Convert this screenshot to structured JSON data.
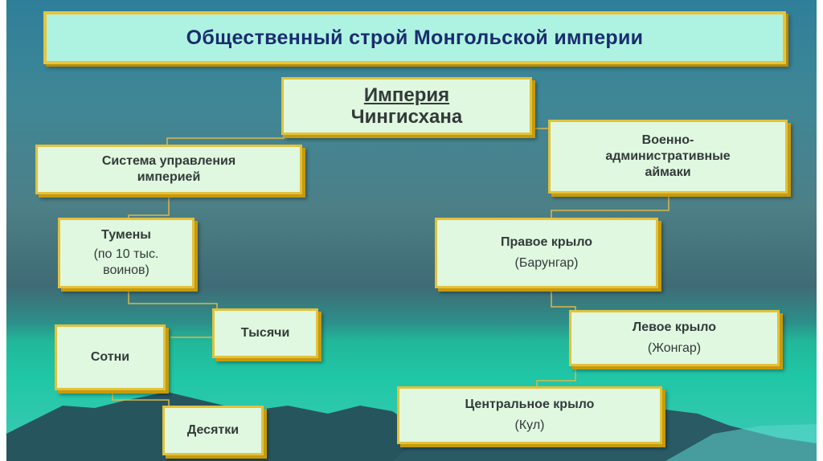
{
  "title": "Общественный строй Монгольской империи",
  "empire": {
    "line1": "Империя",
    "line2": "Чингисхана"
  },
  "governance": {
    "label": "Система управления империей"
  },
  "tumens": {
    "label": "Тумены",
    "note": "(по 10 тыс. воинов)"
  },
  "thousands": {
    "label": "Тысячи"
  },
  "hundreds": {
    "label": "Сотни"
  },
  "tens": {
    "label": "Десятки"
  },
  "aimaks": {
    "label": "Военно-административные аймаки"
  },
  "right_wing": {
    "label": "Правое крыло",
    "note": "(Барунгар)"
  },
  "left_wing": {
    "label": "Левое крыло",
    "note": "(Жонгар)"
  },
  "central_wing": {
    "label": "Центральное крыло",
    "note": "(Кул)"
  },
  "colors": {
    "box_fill": "#dff8df",
    "box_border": "#e3c13b",
    "title_text": "#1a2d6e",
    "title_fill": "#aef3e2"
  }
}
